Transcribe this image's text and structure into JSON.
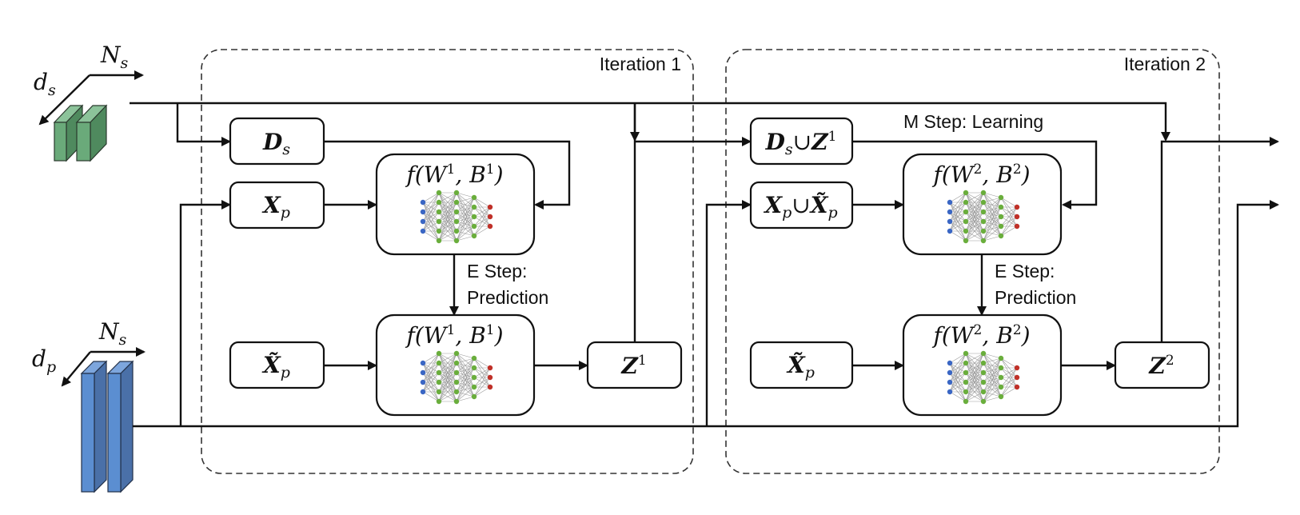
{
  "iterations": [
    {
      "label": "Iteration 1",
      "train_input": {
        "base": "D",
        "sub": "s",
        "union": null
      },
      "pred_input": {
        "base": "X",
        "sub": "p"
      },
      "model_top": {
        "f": "f",
        "w": "W",
        "b": "B",
        "sup": "1"
      },
      "model_bottom": {
        "f": "f",
        "w": "W",
        "b": "B",
        "sup": "1"
      },
      "unlabeled_input": {
        "base": "X̃",
        "sub": "p"
      },
      "output": {
        "base": "Z",
        "sup": "1"
      },
      "e_step_line1": "E Step:",
      "e_step_line2": "Prediction"
    },
    {
      "label": "Iteration 2",
      "train_input": {
        "base": "D",
        "sub": "s",
        "union": "∪",
        "base2": "Z",
        "sup2": "1"
      },
      "pred_input": {
        "base": "X",
        "sub": "p",
        "union": "∪",
        "base2": "X̃",
        "sub2": "p"
      },
      "model_top": {
        "f": "f",
        "w": "W",
        "b": "B",
        "sup": "2"
      },
      "model_bottom": {
        "f": "f",
        "w": "W",
        "b": "B",
        "sup": "2"
      },
      "unlabeled_input": {
        "base": "X̃",
        "sub": "p"
      },
      "output": {
        "base": "Z",
        "sup": "2"
      },
      "e_step_line1": "E Step:",
      "e_step_line2": "Prediction",
      "m_step": "M Step: Learning"
    }
  ],
  "sources": {
    "source_block": {
      "n_label": "N",
      "n_sub": "s",
      "d_label": "d",
      "d_sub": "s",
      "color_front": "#6aaa7a",
      "color_side": "#4f8a5e"
    },
    "target_block": {
      "n_label": "N",
      "n_sub": "s",
      "d_label": "d",
      "d_sub": "p",
      "color_front": "#5b8ed1",
      "color_side": "#4a70a8"
    }
  },
  "network_colors": {
    "input": "#3a66c4",
    "hidden": "#6aae3c",
    "output": "#c03028"
  }
}
